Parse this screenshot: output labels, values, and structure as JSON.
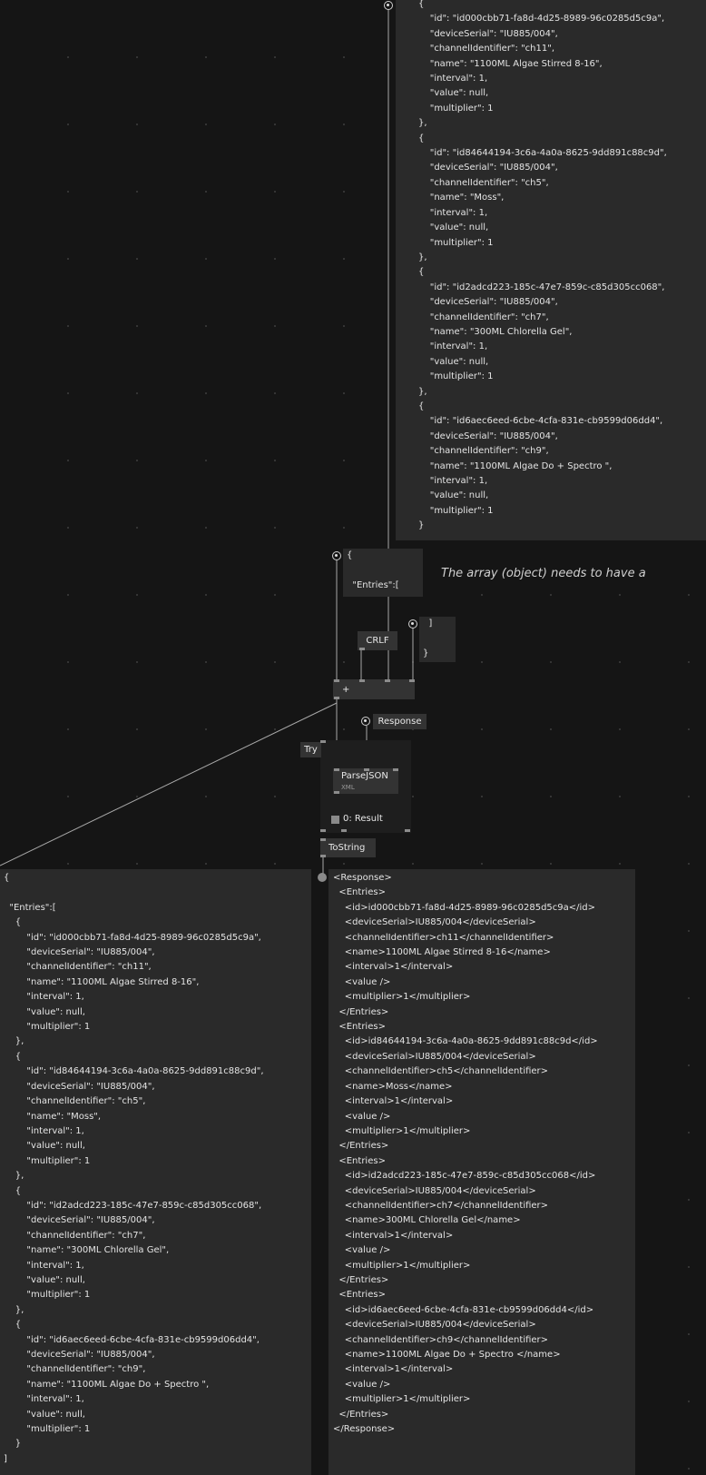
{
  "top_panel": {
    "lines": [
      "{",
      "    \"id\": \"id000cbb71-fa8d-4d25-8989-96c0285d5c9a\",",
      "    \"deviceSerial\": \"IU885/004\",",
      "    \"channelIdentifier\": \"ch11\",",
      "    \"name\": \"1100ML Algae Stirred 8-16\",",
      "    \"interval\": 1,",
      "    \"value\": null,",
      "    \"multiplier\": 1",
      "},",
      "{",
      "    \"id\": \"id84644194-3c6a-4a0a-8625-9dd891c88c9d\",",
      "    \"deviceSerial\": \"IU885/004\",",
      "    \"channelIdentifier\": \"ch5\",",
      "    \"name\": \"Moss\",",
      "    \"interval\": 1,",
      "    \"value\": null,",
      "    \"multiplier\": 1",
      "},",
      "{",
      "    \"id\": \"id2adcd223-185c-47e7-859c-c85d305cc068\",",
      "    \"deviceSerial\": \"IU885/004\",",
      "    \"channelIdentifier\": \"ch7\",",
      "    \"name\": \"300ML Chlorella Gel\",",
      "    \"interval\": 1,",
      "    \"value\": null,",
      "    \"multiplier\": 1",
      "},",
      "{",
      "    \"id\": \"id6aec6eed-6cbe-4cfa-831e-cb9599d06dd4\",",
      "    \"deviceSerial\": \"IU885/004\",",
      "    \"channelIdentifier\": \"ch9\",",
      "    \"name\": \"1100ML Algae Do + Spectro \",",
      "    \"interval\": 1,",
      "    \"value\": null,",
      "    \"multiplier\": 1",
      "}"
    ]
  },
  "entries_open_box": {
    "lines": [
      "{",
      "",
      "  \"Entries\":["
    ]
  },
  "entries_close_box": {
    "lines": [
      "  ]",
      "",
      "}"
    ]
  },
  "annotation": "The array (object) needs to have a",
  "nodes": {
    "crlf": "CRLF",
    "plus": "+",
    "response_pad": "Response",
    "try": "Try",
    "parse_json": "ParseJSON",
    "parse_json_sub": "XML",
    "result_label": "0:  Result",
    "tostring": "ToString"
  },
  "bottom_left_panel": {
    "lines": [
      "{",
      "",
      "  \"Entries\":[",
      "    {",
      "        \"id\": \"id000cbb71-fa8d-4d25-8989-96c0285d5c9a\",",
      "        \"deviceSerial\": \"IU885/004\",",
      "        \"channelIdentifier\": \"ch11\",",
      "        \"name\": \"1100ML Algae Stirred 8-16\",",
      "        \"interval\": 1,",
      "        \"value\": null,",
      "        \"multiplier\": 1",
      "    },",
      "    {",
      "        \"id\": \"id84644194-3c6a-4a0a-8625-9dd891c88c9d\",",
      "        \"deviceSerial\": \"IU885/004\",",
      "        \"channelIdentifier\": \"ch5\",",
      "        \"name\": \"Moss\",",
      "        \"interval\": 1,",
      "        \"value\": null,",
      "        \"multiplier\": 1",
      "    },",
      "    {",
      "        \"id\": \"id2adcd223-185c-47e7-859c-c85d305cc068\",",
      "        \"deviceSerial\": \"IU885/004\",",
      "        \"channelIdentifier\": \"ch7\",",
      "        \"name\": \"300ML Chlorella Gel\",",
      "        \"interval\": 1,",
      "        \"value\": null,",
      "        \"multiplier\": 1",
      "    },",
      "    {",
      "        \"id\": \"id6aec6eed-6cbe-4cfa-831e-cb9599d06dd4\",",
      "        \"deviceSerial\": \"IU885/004\",",
      "        \"channelIdentifier\": \"ch9\",",
      "        \"name\": \"1100ML Algae Do + Spectro \",",
      "        \"interval\": 1,",
      "        \"value\": null,",
      "        \"multiplier\": 1",
      "    }",
      "]"
    ]
  },
  "bottom_right_panel": {
    "lines": [
      "<Response>",
      "  <Entries>",
      "    <id>id000cbb71-fa8d-4d25-8989-96c0285d5c9a</id>",
      "    <deviceSerial>IU885/004</deviceSerial>",
      "    <channelIdentifier>ch11</channelIdentifier>",
      "    <name>1100ML Algae Stirred 8-16</name>",
      "    <interval>1</interval>",
      "    <value />",
      "    <multiplier>1</multiplier>",
      "  </Entries>",
      "  <Entries>",
      "    <id>id84644194-3c6a-4a0a-8625-9dd891c88c9d</id>",
      "    <deviceSerial>IU885/004</deviceSerial>",
      "    <channelIdentifier>ch5</channelIdentifier>",
      "    <name>Moss</name>",
      "    <interval>1</interval>",
      "    <value />",
      "    <multiplier>1</multiplier>",
      "  </Entries>",
      "  <Entries>",
      "    <id>id2adcd223-185c-47e7-859c-c85d305cc068</id>",
      "    <deviceSerial>IU885/004</deviceSerial>",
      "    <channelIdentifier>ch7</channelIdentifier>",
      "    <name>300ML Chlorella Gel</name>",
      "    <interval>1</interval>",
      "    <value />",
      "    <multiplier>1</multiplier>",
      "  </Entries>",
      "  <Entries>",
      "    <id>id6aec6eed-6cbe-4cfa-831e-cb9599d06dd4</id>",
      "    <deviceSerial>IU885/004</deviceSerial>",
      "    <channelIdentifier>ch9</channelIdentifier>",
      "    <name>1100ML Algae Do + Spectro </name>",
      "    <interval>1</interval>",
      "    <value />",
      "    <multiplier>1</multiplier>",
      "  </Entries>",
      "</Response>"
    ]
  }
}
